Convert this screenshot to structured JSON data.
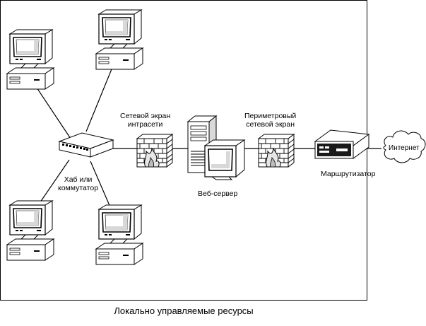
{
  "labels": {
    "firewall_intranet_line1": "Сетевой экран",
    "firewall_intranet_line2": "интрасети",
    "firewall_perimeter_line1": "Периметровый",
    "firewall_perimeter_line2": "сетевой экран",
    "hub_line1": "Хаб или",
    "hub_line2": "коммутатор",
    "web_server": "Веб-сервер",
    "router": "Маршрутизатор",
    "internet": "Интернет",
    "caption": "Локально управляемые ресурсы"
  },
  "icons": [
    "computer-icon",
    "hub-icon",
    "firewall-icon",
    "server-icon",
    "router-icon",
    "cloud-icon"
  ]
}
